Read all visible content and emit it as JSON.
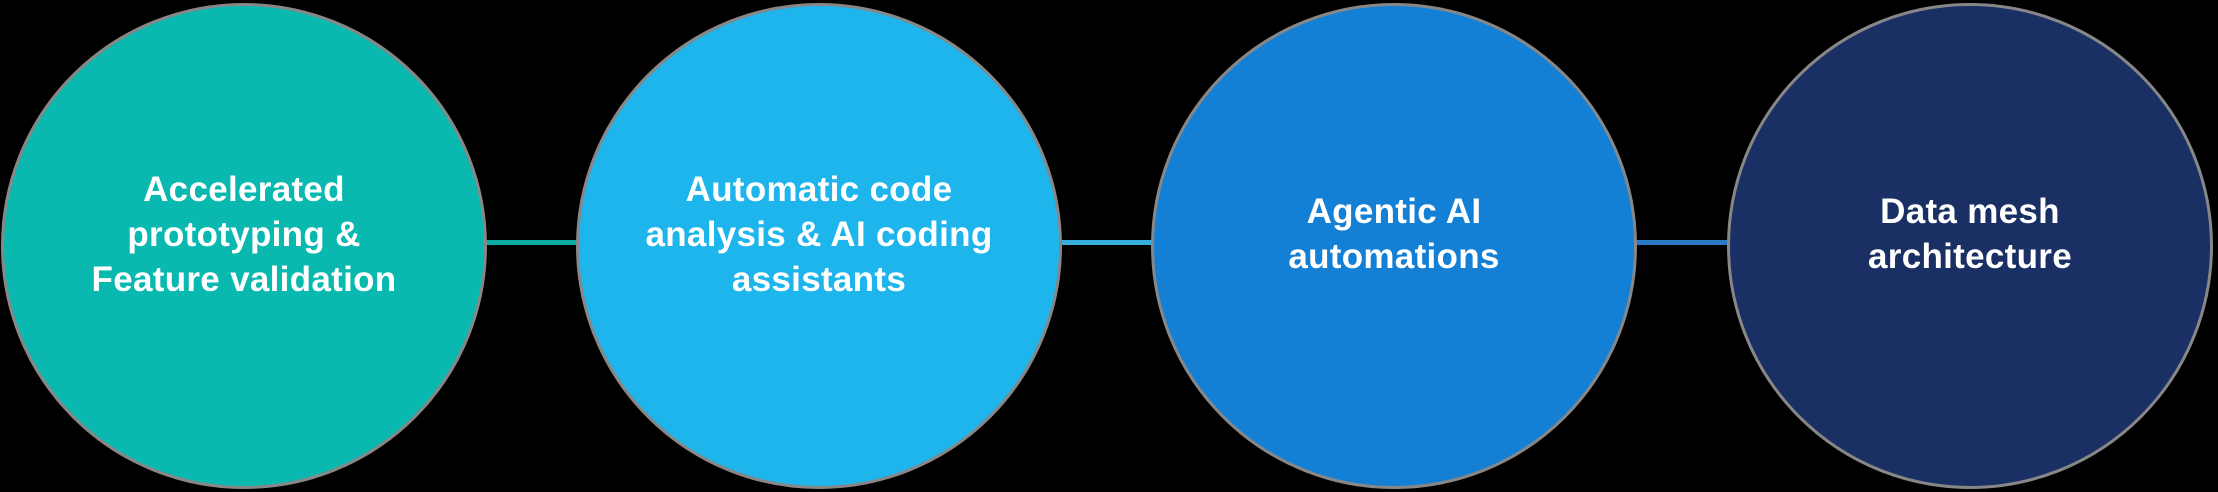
{
  "diagram": {
    "background": "#000000",
    "text_color": "#ffffff",
    "nodes": [
      {
        "label": "Accelerated\nprototyping &\nFeature validation",
        "color": "#09b9b0"
      },
      {
        "label": "Automatic code\nanalysis & AI coding\nassistants",
        "color": "#1eb5ec"
      },
      {
        "label": "Agentic AI\nautomations",
        "color": "#1380d6"
      },
      {
        "label": "Data mesh\narchitecture",
        "color": "#1a3064"
      }
    ],
    "connectors": [
      {
        "color": "#0aaba3"
      },
      {
        "color": "#38aedd"
      },
      {
        "color": "#2a7ac7"
      }
    ]
  }
}
